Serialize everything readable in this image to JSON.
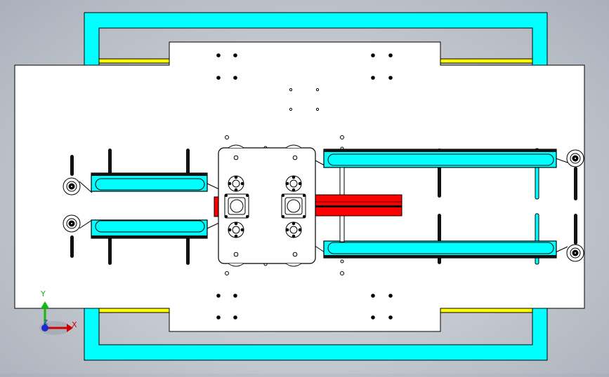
{
  "viewport": {
    "background_color": "#c3c7cf"
  },
  "model": {
    "frame_color": "#00ffff",
    "plate_color": "#ffffff",
    "rail_color": "#00ffff",
    "actuator_color": "#ff0000",
    "rod_color": "#ffff00",
    "edge_color": "#000000"
  },
  "triad": {
    "x_label": "X",
    "y_label": "Y",
    "z_label": "Z",
    "x_color": "#d40000",
    "y_color": "#14b814",
    "z_color": "#1c2ad0"
  }
}
